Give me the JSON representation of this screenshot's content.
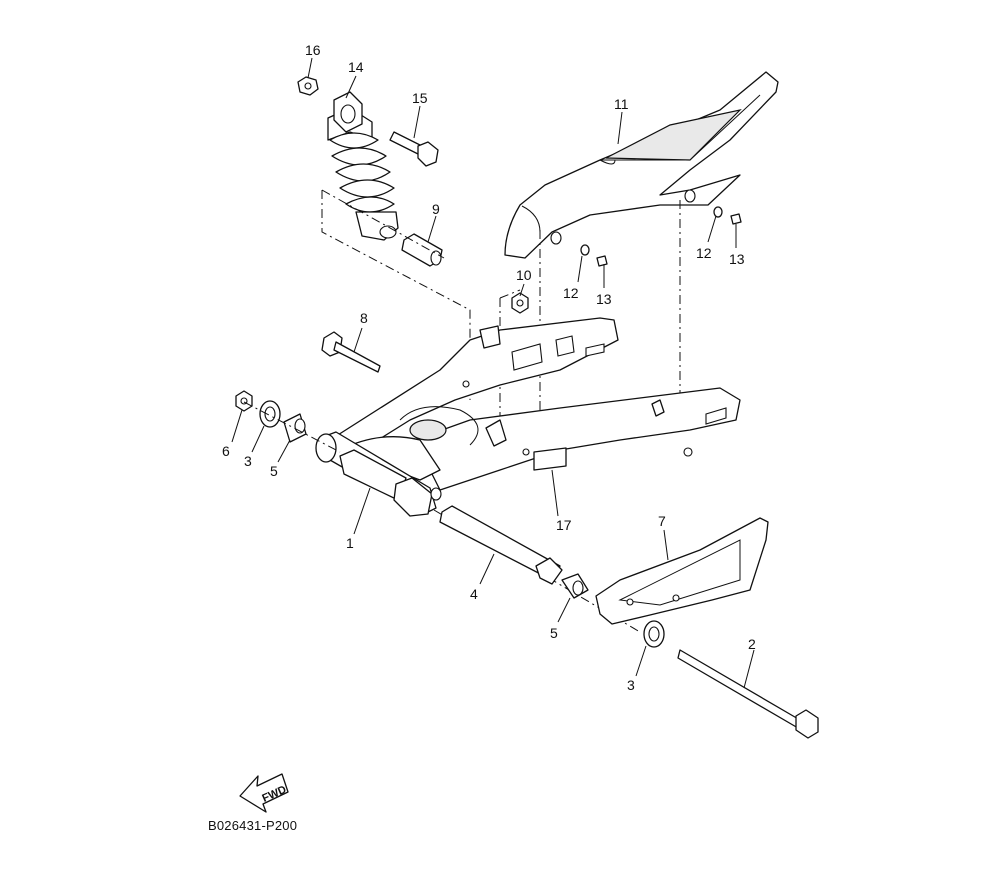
{
  "diagram": {
    "callouts": {
      "c16": "16",
      "c14": "14",
      "c15": "15",
      "c9": "9",
      "c10": "10",
      "c11": "11",
      "c12a": "12",
      "c13a": "13",
      "c12b": "12",
      "c13b": "13",
      "c8": "8",
      "c6": "6",
      "c3a": "3",
      "c5a": "5",
      "c1": "1",
      "c17": "17",
      "c7": "7",
      "c4": "4",
      "c5b": "5",
      "c3b": "3",
      "c2": "2"
    },
    "fwd_label": "FWD",
    "drawing_code": "B026431-P200"
  }
}
